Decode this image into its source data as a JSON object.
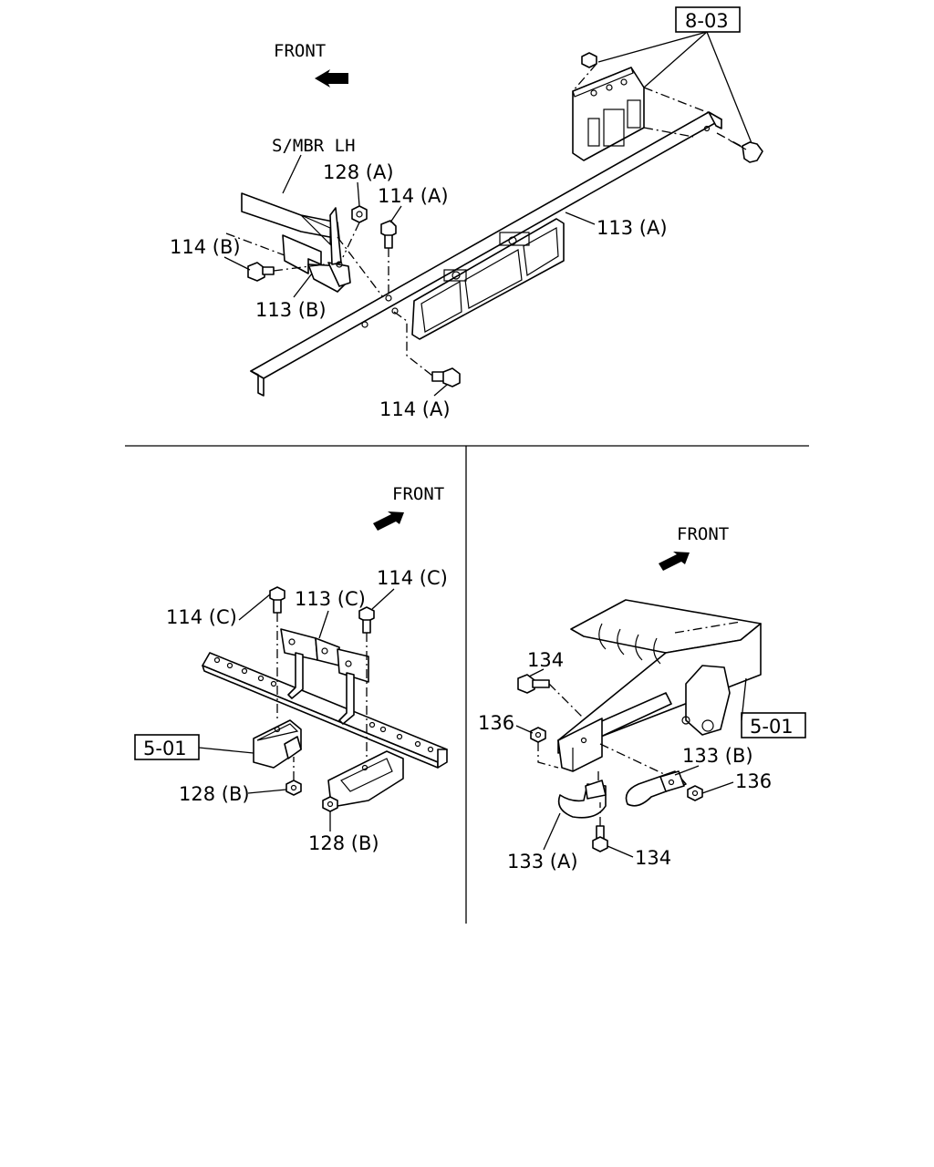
{
  "views": {
    "top": {
      "front_label": "FRONT",
      "frame_label": "S/MBR LH",
      "ref_box": "8-03",
      "callouts": {
        "p128a": "128 (A)",
        "p114a_upper": "114 (A)",
        "p114b": "114 (B)",
        "p113a": "113 (A)",
        "p113b": "113 (B)",
        "p114a_lower": "114 (A)"
      }
    },
    "bottom_left": {
      "front_label": "FRONT",
      "ref_box": "5-01",
      "callouts": {
        "p114c_right": "114 (C)",
        "p113c": "113 (C)",
        "p114c_left": "114 (C)",
        "p128b_left": "128 (B)",
        "p128b_bottom": "128 (B)"
      }
    },
    "bottom_right": {
      "front_label": "FRONT",
      "ref_box": "5-01",
      "callouts": {
        "p134_top": "134",
        "p136_left": "136",
        "p133b": "133 (B)",
        "p136_right": "136",
        "p133a": "133 (A)",
        "p134_bottom": "134"
      }
    }
  }
}
